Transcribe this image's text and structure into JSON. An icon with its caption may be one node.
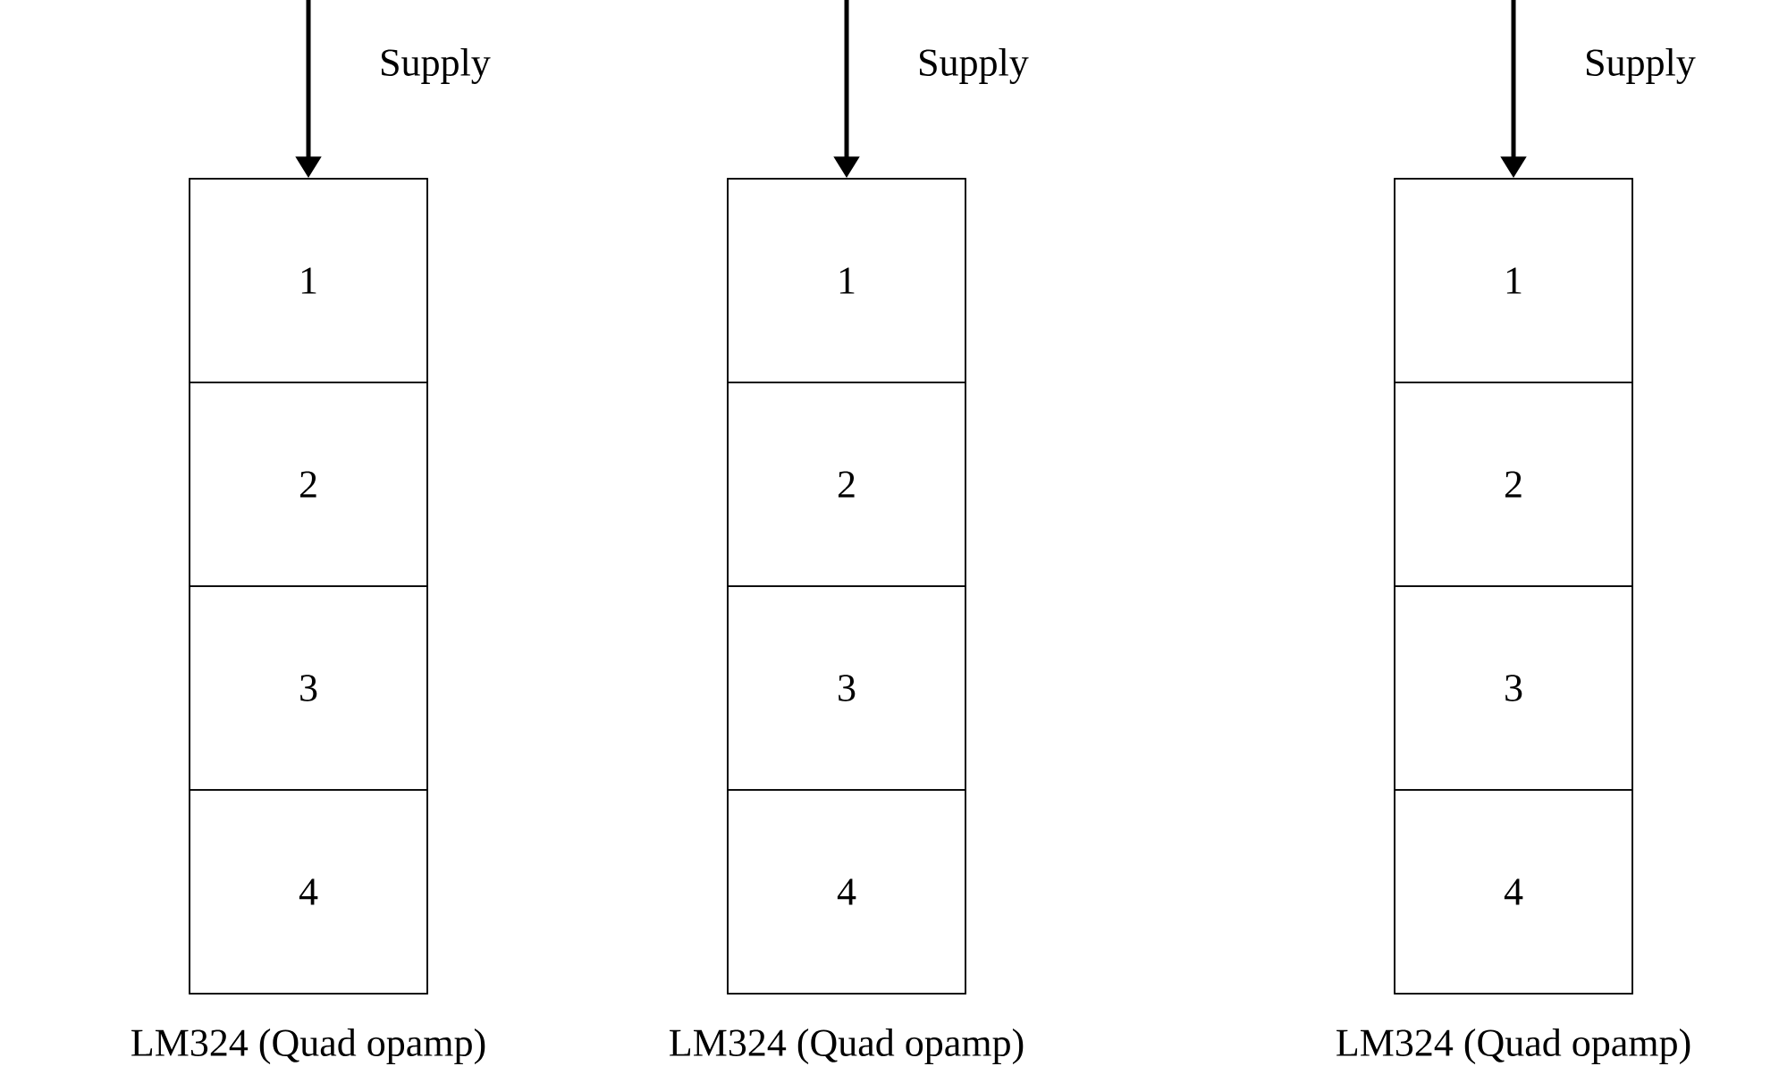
{
  "diagram": {
    "nodes": [
      {
        "text": [],
        "shape": "box",
        "beside": [
          "LM324 (Quad opamp)"
        ]
      },
      {
        "text": [
          "1"
        ],
        "in": 0
      },
      {
        "text": [
          "2"
        ],
        "in": 0
      },
      {
        "text": [
          "3"
        ],
        "in": 0
      },
      {
        "text": [
          "4"
        ],
        "in": 0
      },
      {
        "text": [],
        "shape": "box",
        "beside": [
          "LM324 (Quad opamp)"
        ]
      },
      {
        "text": [
          "1"
        ],
        "in": 5
      },
      {
        "text": [
          "2"
        ],
        "in": 5
      },
      {
        "text": [
          "3"
        ],
        "in": 5
      },
      {
        "text": [
          "4"
        ],
        "in": 5
      },
      {
        "text": [],
        "shape": "box",
        "beside": [
          "LM324 (Quad opamp)"
        ]
      },
      {
        "text": [
          "1"
        ],
        "in": 10
      },
      {
        "text": [
          "2"
        ],
        "in": 10
      },
      {
        "text": [
          "3"
        ],
        "in": 10
      },
      {
        "text": [
          "4"
        ],
        "in": 10
      }
    ],
    "edges": [
      {
        "from": null,
        "to": 0,
        "arrow": "to",
        "label": "Supply"
      },
      {
        "from": null,
        "to": 5,
        "arrow": "to",
        "label": "Supply"
      },
      {
        "from": null,
        "to": 10,
        "arrow": "to",
        "label": "Supply"
      }
    ]
  }
}
